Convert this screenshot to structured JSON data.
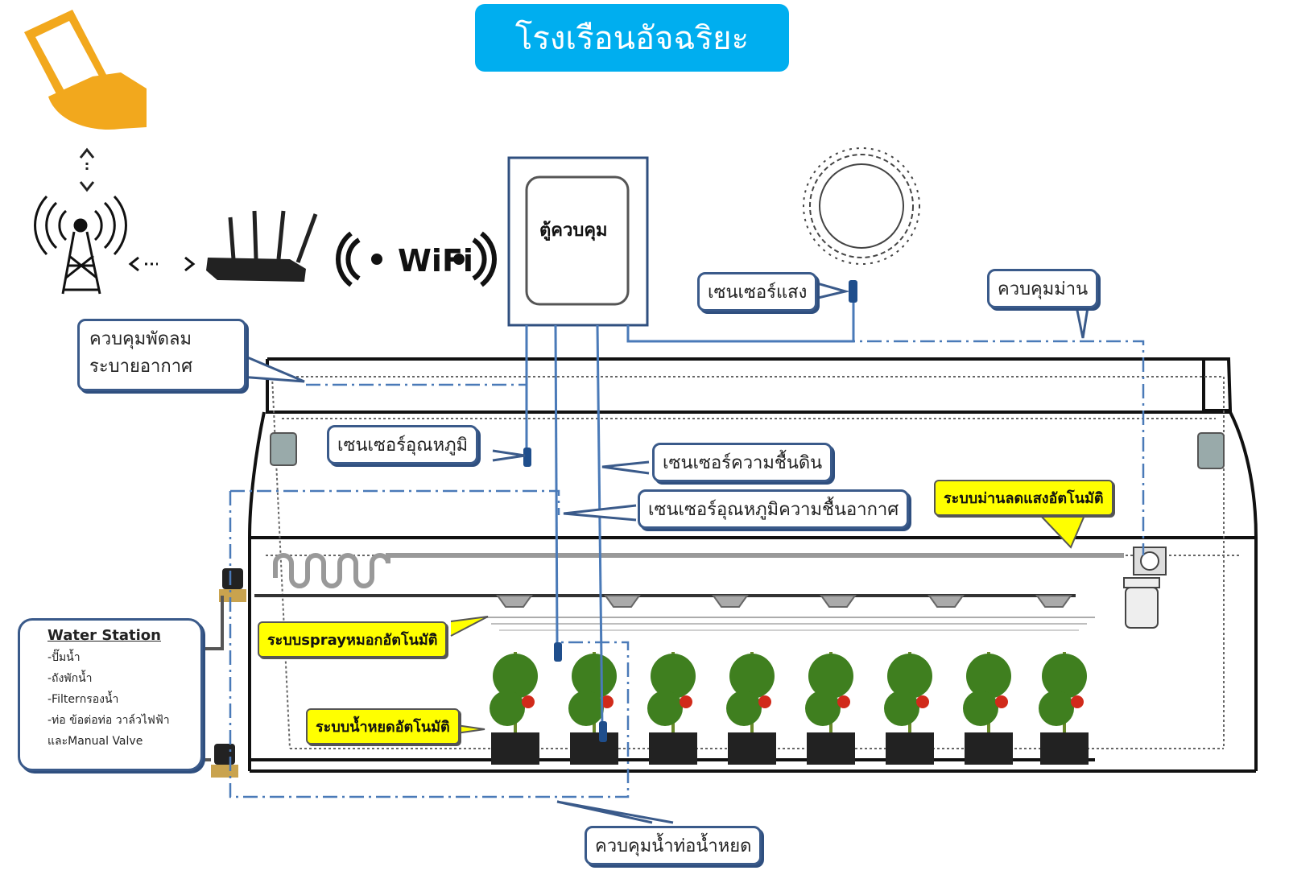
{
  "title": "โรงเรือนอัจฉริยะ",
  "colors": {
    "title_bg": "#00aeef",
    "callout_border": "#3a5a8a",
    "highlight": "#ffff00",
    "phone": "#f2a81d",
    "wire": "#4a7ab8"
  },
  "icons": [
    "smartphone-hand-icon",
    "cell-tower-icon",
    "wifi-router-icon",
    "wifi-signal-icon",
    "sun-icon",
    "light-sensor-icon",
    "temperature-sensor-icon",
    "exhaust-fan-icon",
    "solenoid-valve-icon",
    "mist-nozzle-icon",
    "tomato-plant-icon",
    "shade-motor-icon",
    "water-filter-icon"
  ],
  "wifi_label": "WiFi",
  "control_cabinet": "ตู้ควบคุม",
  "labels": {
    "light_sensor": "เซนเซอร์แสง",
    "curtain_control": "ควบคุมม่าน",
    "fan_control_line1": "ควบคุมพัดลม",
    "fan_control_line2": "ระบายอากาศ",
    "temp_sensor": "เซนเซอร์อุณหภูมิ",
    "soil_moisture_sensor": "เซนเซอร์ความชื้นดิน",
    "air_temp_humidity_sensor": "เซนเซอร์อุณหภูมิความชื้นอากาศ",
    "auto_shade_system": "ระบบม่านลดแสงอัตโนมัติ",
    "auto_spray_system": "ระบบsprayหมอกอัตโนมัติ",
    "auto_drip_system": "ระบบน้ำหยดอัตโนมัติ",
    "drip_pipe_control": "ควบคุมน้ำท่อน้ำหยด"
  },
  "water_station": {
    "title": "Water Station",
    "items": [
      "-ปั๊มน้ำ",
      "-ถังพักน้ำ",
      "-Filterกรองน้ำ",
      "-ท่อ ข้อต่อท่อ  วาล์วไฟฟ้า",
      "และManual Valve"
    ]
  }
}
